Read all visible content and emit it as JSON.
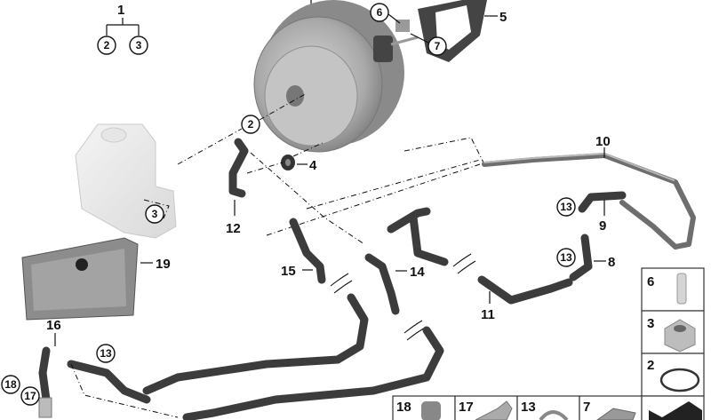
{
  "diagram": {
    "callouts": {
      "assembly": "1",
      "assembly_sub_a": "2",
      "assembly_sub_b": "3",
      "booster_oring": "2",
      "reservoir_nut": "3",
      "grommet": "4",
      "gasket": "5",
      "pin": "6",
      "clip": "7",
      "hose_8": "8",
      "hose_9": "9",
      "pipe_10": "10",
      "hose_11": "11",
      "hose_12": "12",
      "clamp_upper": "13",
      "clamp_lower": "13",
      "clamp_left": "13",
      "hose_14": "14",
      "hose_15": "15",
      "sensor_16": "16",
      "part_17": "17",
      "part_18": "18",
      "shield_19": "19"
    },
    "parts_table": {
      "column": [
        "6",
        "3",
        "2"
      ],
      "row": [
        "18",
        "17",
        "13",
        "7"
      ]
    }
  }
}
